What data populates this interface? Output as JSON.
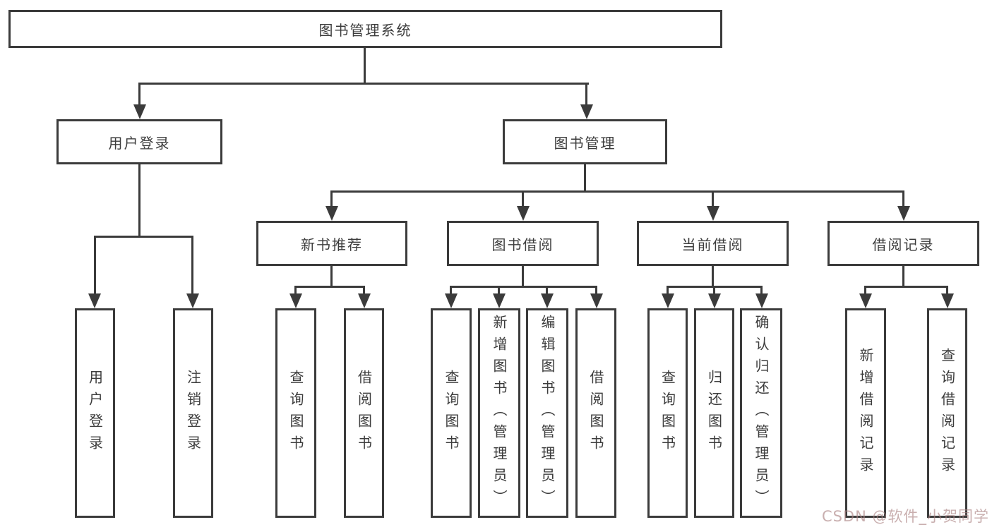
{
  "diagram": {
    "type": "tree",
    "root": {
      "label": "图书管理系统"
    },
    "branches": [
      {
        "label": "用户登录",
        "leaves": [
          {
            "label": "用户登录"
          },
          {
            "label": "注销登录"
          }
        ]
      },
      {
        "label": "图书管理",
        "children": [
          {
            "label": "新书推荐",
            "leaves": [
              {
                "label": "查询图书"
              },
              {
                "label": "借阅图书"
              }
            ]
          },
          {
            "label": "图书借阅",
            "leaves": [
              {
                "label": "查询图书"
              },
              {
                "label": "新增图书（管理员）"
              },
              {
                "label": "编辑图书（管理员）"
              },
              {
                "label": "借阅图书"
              }
            ]
          },
          {
            "label": "当前借阅",
            "leaves": [
              {
                "label": "查询图书"
              },
              {
                "label": "归还图书"
              },
              {
                "label": "确认归还（管理员）"
              }
            ]
          },
          {
            "label": "借阅记录",
            "leaves": [
              {
                "label": "新增借阅记录"
              },
              {
                "label": "查询借阅记录"
              }
            ]
          }
        ]
      }
    ]
  },
  "colors": {
    "line": "#3b3b3b",
    "text": "#3c3c3c",
    "background": "#ffffff",
    "watermark": "#ac8484"
  },
  "watermark": {
    "text": "CSDN @软件_小贺同学"
  }
}
